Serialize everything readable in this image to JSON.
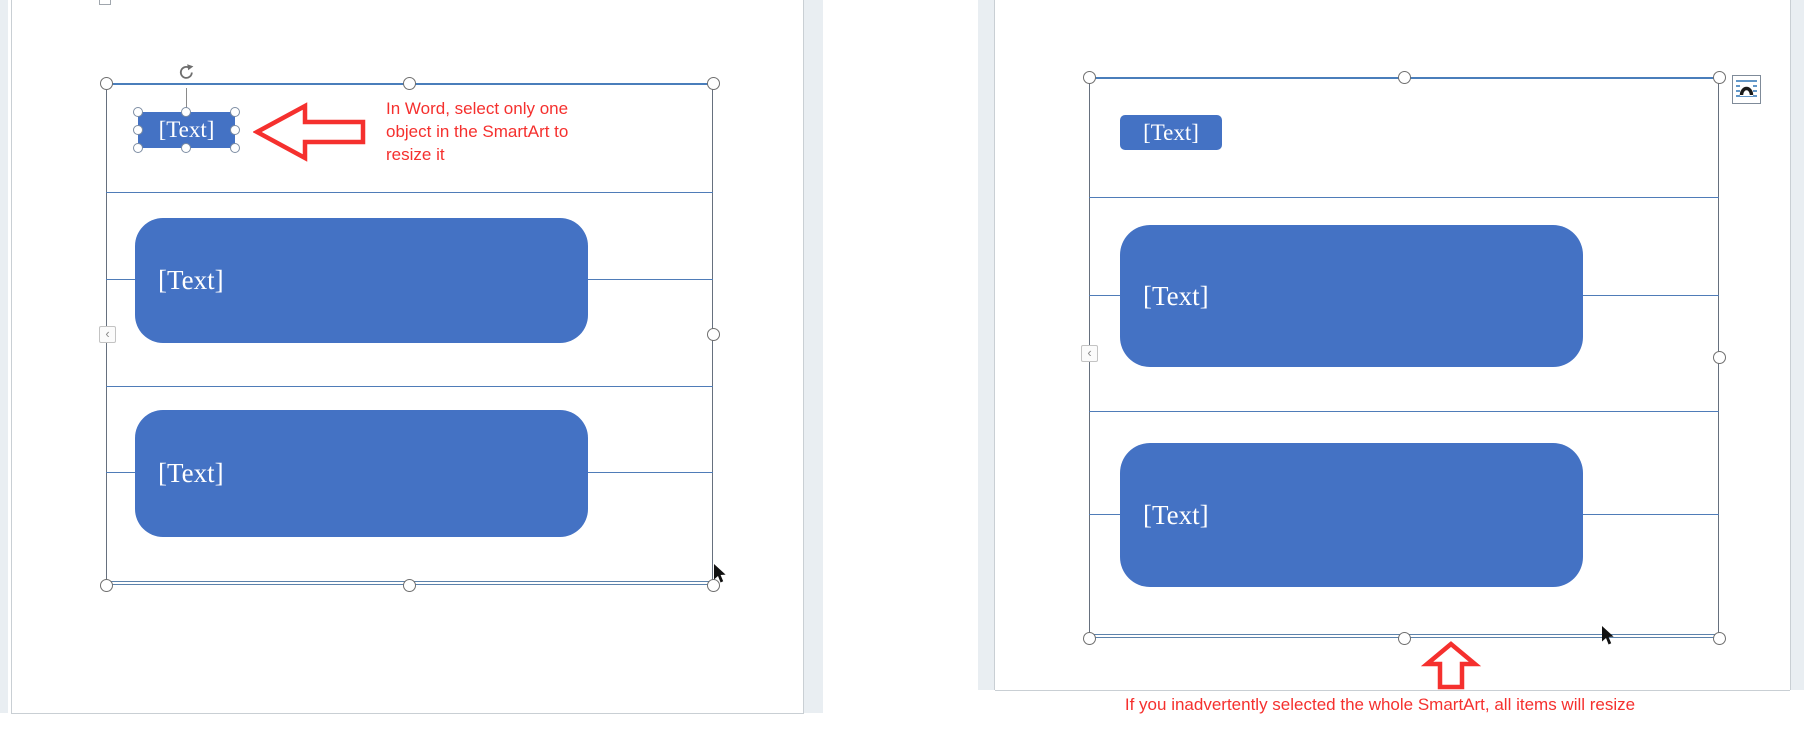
{
  "colors": {
    "accent_blue": "#4472C4",
    "annotation_red": "#F5302E"
  },
  "left": {
    "shapes": {
      "top_label": "[Text]",
      "middle_label": "[Text]",
      "bottom_label": "[Text]"
    },
    "annotation_lines": [
      "In Word, select only one",
      "object in the SmartArt to",
      "resize it"
    ],
    "text_pane_toggle_glyph": "‹"
  },
  "right": {
    "shapes": {
      "top_label": "[Text]",
      "middle_label": "[Text]",
      "bottom_label": "[Text]"
    },
    "annotation": "If you inadvertently selected the whole SmartArt, all items will resize",
    "text_pane_toggle_glyph": "‹"
  }
}
